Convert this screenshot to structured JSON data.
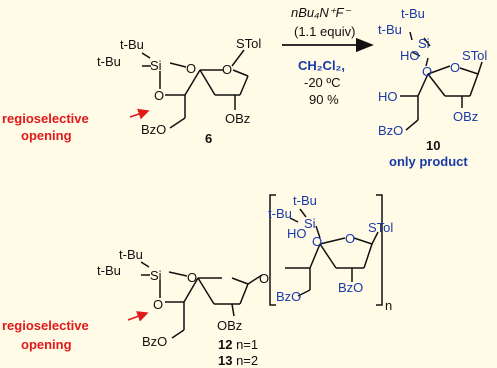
{
  "colors": {
    "background": "#fffbe6",
    "annotation": "#e0191b",
    "reagent": "#1a3aa8",
    "product": "#1a3aa8",
    "structure": "#1a1a1a"
  },
  "reaction": {
    "reagent_top": "nBu₄N⁺F⁻",
    "equiv": "(1.1 equiv)",
    "solvent": "CH₂Cl₂,",
    "temperature": "-20 ºC",
    "yield": "90 %"
  },
  "compound_6": {
    "number": "6",
    "tBu_1": "t-Bu",
    "tBu_2": "t-Bu",
    "si": "Si",
    "o_ring_silyl": "O",
    "o_ring": "O",
    "o_lower": "O",
    "stol": "STol",
    "obz": "OBz",
    "bzo": "BzO"
  },
  "compound_10": {
    "number": "10",
    "note": "only product",
    "tBu_1": "t-Bu",
    "tBu_2": "t-Bu",
    "si": "Si",
    "ho_si": "HO",
    "o_link": "O",
    "o_ring": "O",
    "stol": "STol",
    "ho": "HO",
    "obz": "OBz",
    "bzo": "BzO"
  },
  "compound_12_13": {
    "label_12_bold": "12",
    "label_12_rest": " n=1",
    "label_13_bold": "13",
    "label_13_rest": " n=2",
    "n": "n",
    "tBu_1": "t-Bu",
    "tBu_2": "t-Bu",
    "si": "Si",
    "ho_si": "HO",
    "o_link": "O",
    "o_ring": "O",
    "stol": "STol",
    "bzo_ring": "BzO",
    "bzo": "BzO",
    "tBu_3": "t-Bu",
    "tBu_4": "t-Bu",
    "si_2": "Si",
    "o_ring_2": "O",
    "o_glyc": "O",
    "o_lower": "O",
    "obz": "OBz",
    "bzo_2": "BzO"
  },
  "annotations": {
    "top_line1": "regioselective",
    "top_line2": "opening",
    "bottom_line1": "regioselective",
    "bottom_line2": "opening"
  }
}
